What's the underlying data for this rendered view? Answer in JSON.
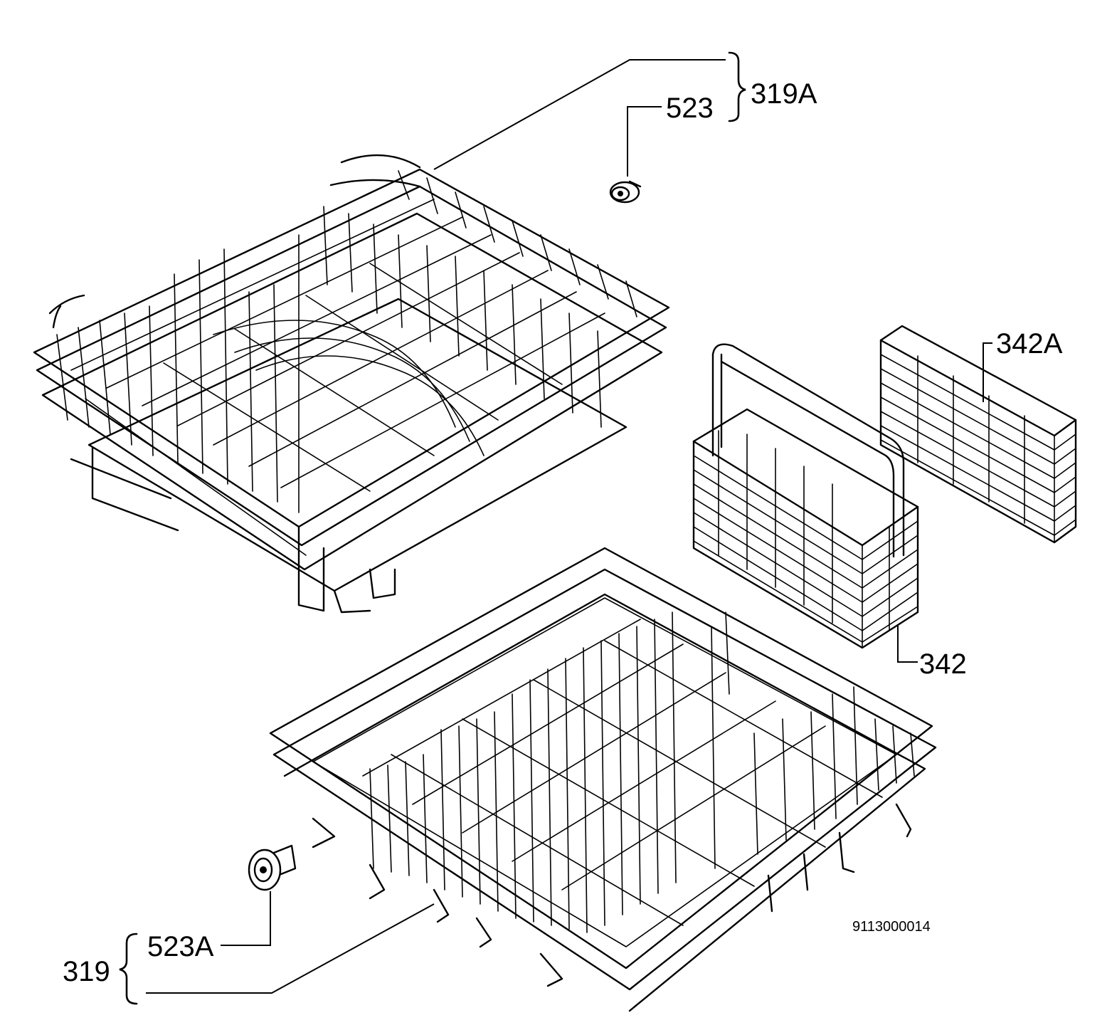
{
  "labels": {
    "upper_basket_assembly": "319A",
    "upper_wheel": "523",
    "lower_basket_assembly": "319",
    "lower_wheel": "523A",
    "cutlery_basket": "342",
    "cutlery_basket_grid": "342A"
  },
  "drawing_number": "9113000014",
  "icons": {
    "upper_basket": "dish-rack-icon",
    "lower_basket": "dish-rack-icon",
    "cutlery_basket": "cutlery-basket-icon",
    "grid_insert": "basket-grid-icon",
    "wheel": "basket-wheel-icon"
  }
}
